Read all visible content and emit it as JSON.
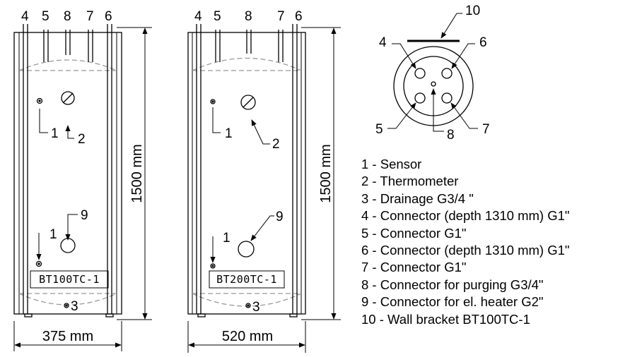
{
  "tank_small": {
    "model": "BT100TC-1",
    "width_label": "375 mm",
    "height_label": "1500 mm",
    "top_labels": [
      "4",
      "5",
      "8",
      "7",
      "6"
    ],
    "callouts": {
      "sensor_upper": "1",
      "thermometer": "2",
      "heater": "9",
      "sensor_lower": "1",
      "drain": "3"
    }
  },
  "tank_large": {
    "model": "BT200TC-1",
    "width_label": "520 mm",
    "height_label": "1500 mm",
    "top_labels": [
      "4",
      "5",
      "8",
      "7",
      "6"
    ],
    "callouts": {
      "sensor_upper": "1",
      "thermometer": "2",
      "heater": "9",
      "sensor_lower": "1",
      "drain": "3"
    }
  },
  "top_view": {
    "labels": {
      "bracket": "10",
      "c4": "4",
      "c6": "6",
      "c5": "5",
      "c8": "8",
      "c7": "7"
    }
  },
  "legend": [
    "1 - Sensor",
    "2 - Thermometer",
    "3 - Drainage G3/4 \"",
    "4 - Connector (depth 1310 mm) G1\"",
    "5 - Connector G1\"",
    "6 - Connector (depth 1310 mm) G1\"",
    "7 - Connector G1\"",
    "8 - Connector for purging  G3/4\"",
    "9 - Connector for el. heater  G2\"",
    "10 - Wall bracket BT100TC-1"
  ]
}
